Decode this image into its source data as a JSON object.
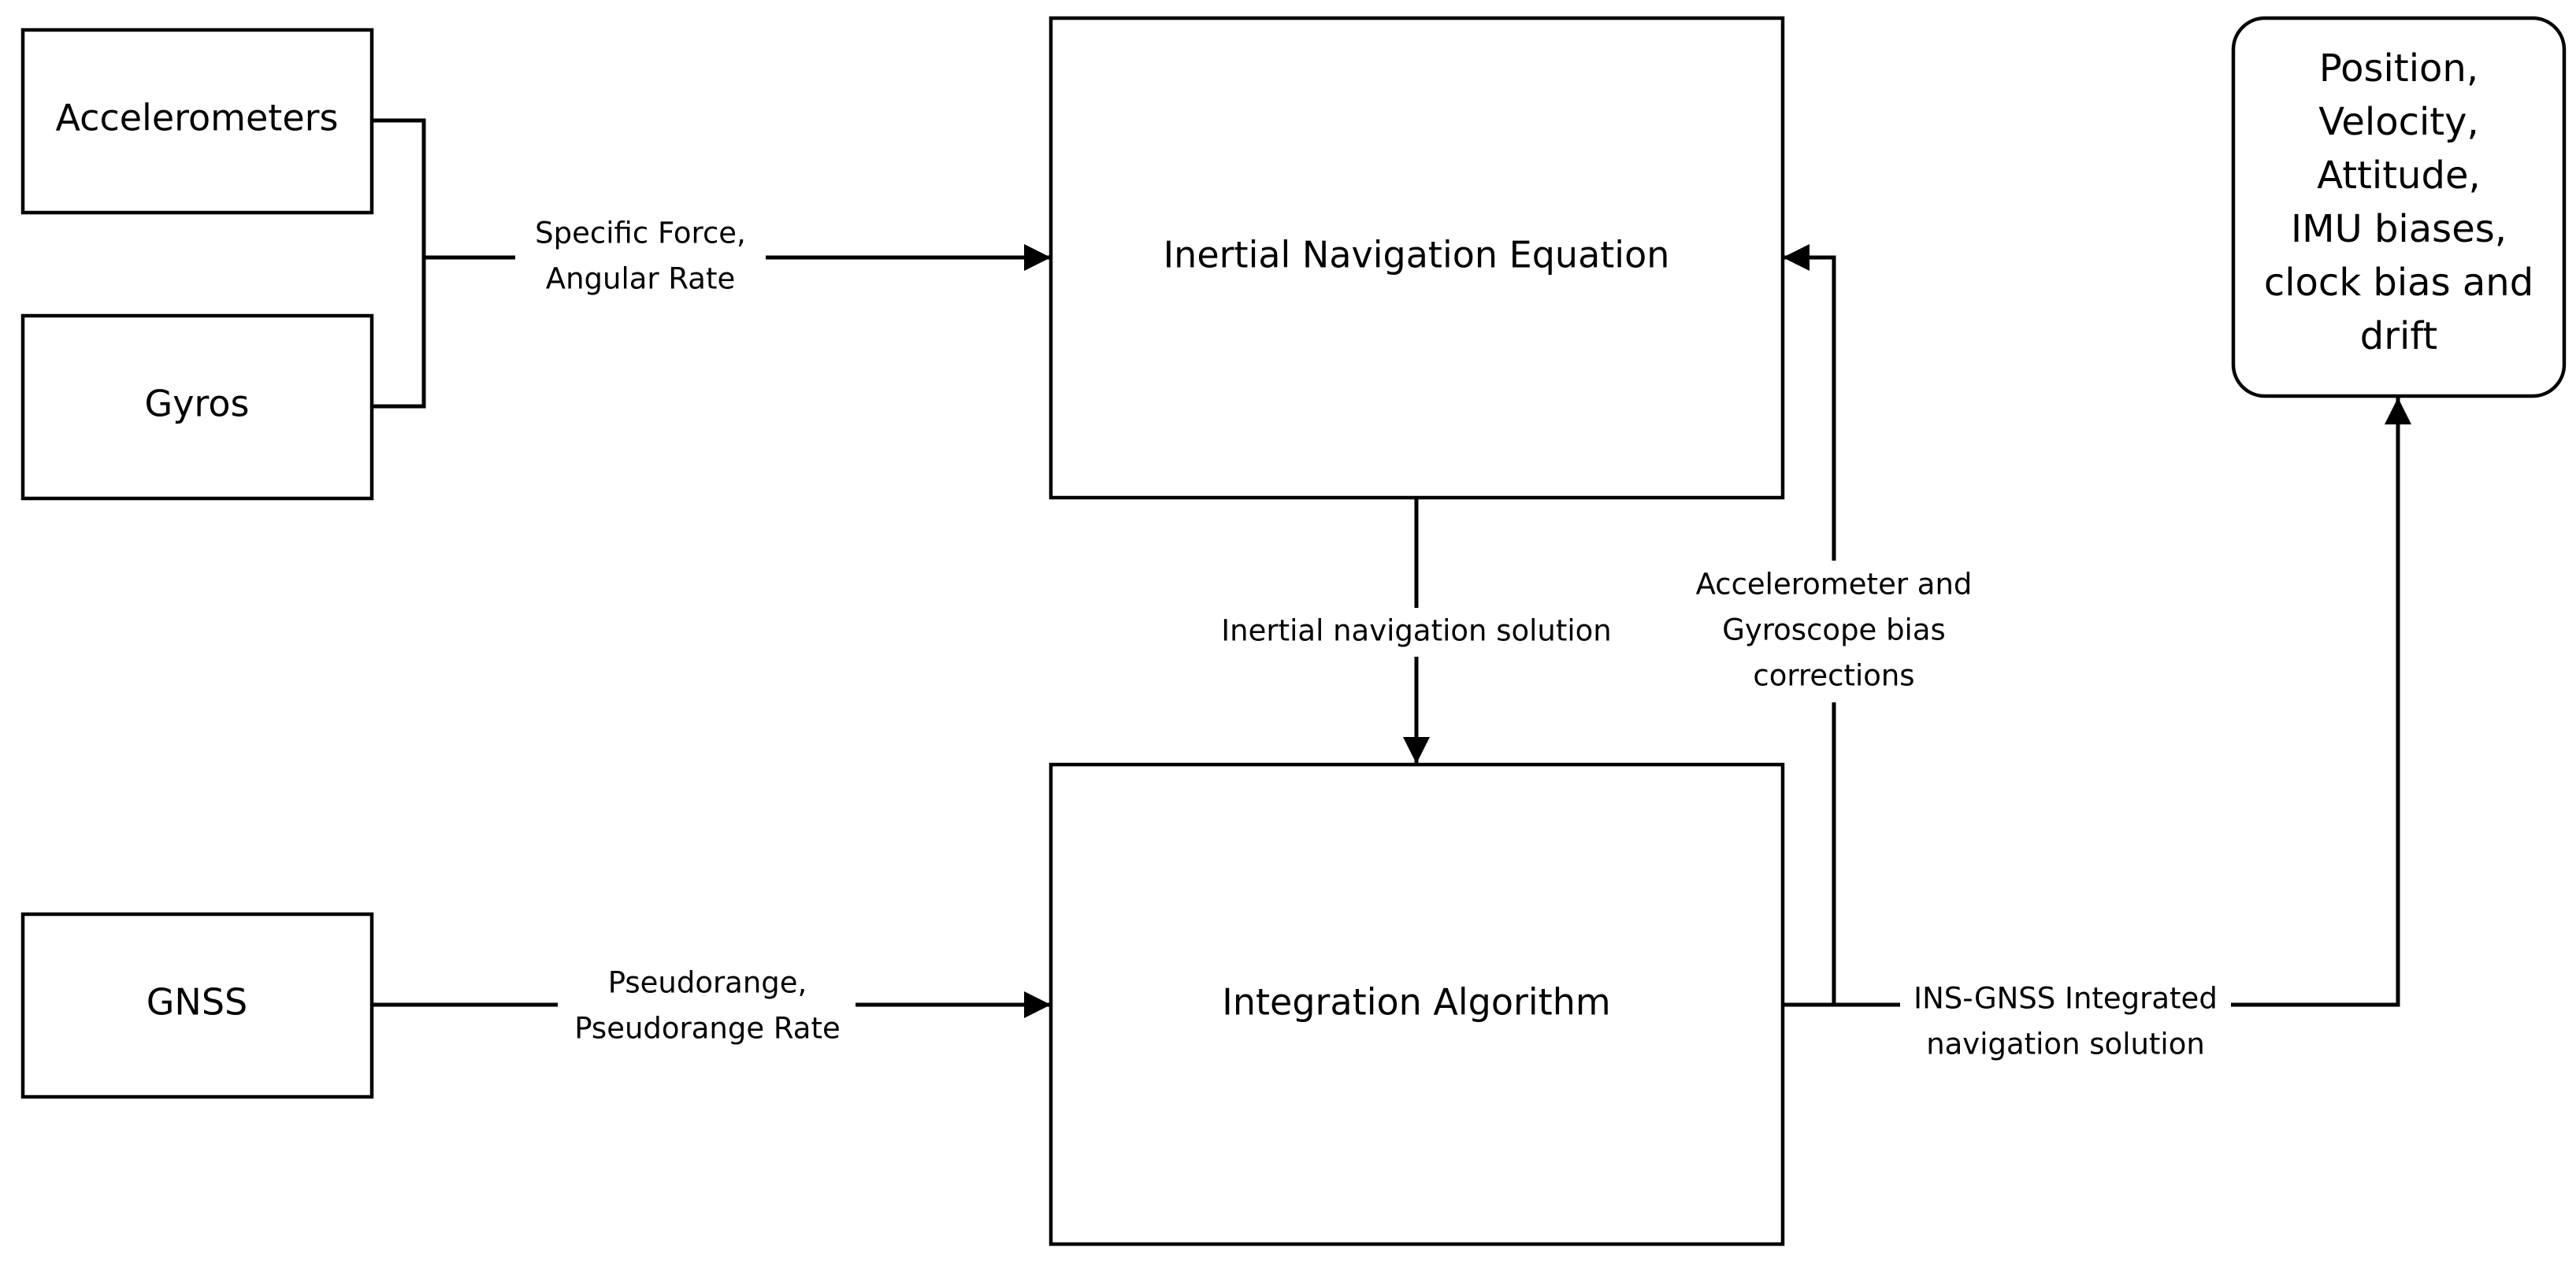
{
  "blocks": {
    "accelerometers": "Accelerometers",
    "gyros": "Gyros",
    "gnss": "GNSS",
    "inertial_navigation_equation": "Inertial Navigation Equation",
    "integration_algorithm": "Integration Algorithm"
  },
  "outputs": {
    "lines": [
      "Position,",
      "Velocity,",
      "Attitude,",
      "IMU biases,",
      "clock bias and",
      "drift"
    ]
  },
  "edges": {
    "imu_to_ine": [
      "Specific Force,",
      "Angular Rate"
    ],
    "ine_to_integration": "Inertial navigation solution",
    "bias_feedback": [
      "Accelerometer and",
      "Gyroscope bias",
      "corrections"
    ],
    "gnss_to_integration": [
      "Pseudorange,",
      "Pseudorange Rate"
    ],
    "integrated_solution": [
      "INS-GNSS Integrated",
      "navigation solution"
    ]
  },
  "colors": {
    "stroke": "#000000",
    "background": "#ffffff"
  }
}
